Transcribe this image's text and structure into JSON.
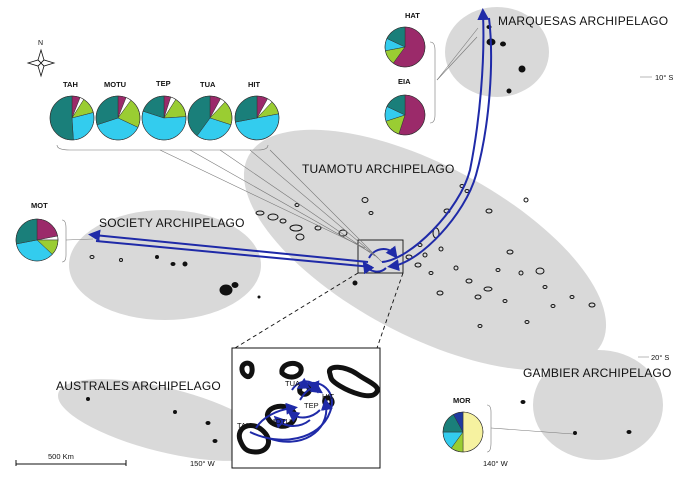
{
  "archipelagos": {
    "marquesas": "MARQUESAS ARCHIPELAGO",
    "tuamotu": "TUAMOTU ARCHIPELAGO",
    "society": "SOCIETY ARCHIPELAGO",
    "australes": "AUSTRALES ARCHIPELAGO",
    "gambier": "GAMBIER ARCHIPELAGO"
  },
  "graticule": {
    "lat_10s": "10° S",
    "lat_20s": "20° S",
    "lon_150w": "150° W",
    "lon_140w": "140° W"
  },
  "scale_bar": "500 Km",
  "north_arrow_label": "N",
  "pie_colors": {
    "magenta": "#9b2a6a",
    "teal": "#1a7f7a",
    "cyan": "#33ccee",
    "lime": "#9acd32",
    "yellow": "#f6f2a0",
    "blue": "#1f3aa0",
    "white": "#ffffff"
  },
  "pies": [
    {
      "code": "HAT",
      "slices": [
        {
          "color": "magenta",
          "value": 0.6
        },
        {
          "color": "lime",
          "value": 0.12
        },
        {
          "color": "cyan",
          "value": 0.1
        },
        {
          "color": "teal",
          "value": 0.18
        }
      ]
    },
    {
      "code": "EIA",
      "slices": [
        {
          "color": "magenta",
          "value": 0.55
        },
        {
          "color": "lime",
          "value": 0.15
        },
        {
          "color": "cyan",
          "value": 0.12
        },
        {
          "color": "teal",
          "value": 0.18
        }
      ]
    },
    {
      "code": "TAH",
      "slices": [
        {
          "color": "magenta",
          "value": 0.06
        },
        {
          "color": "white",
          "value": 0.03
        },
        {
          "color": "lime",
          "value": 0.12
        },
        {
          "color": "cyan",
          "value": 0.28
        },
        {
          "color": "teal",
          "value": 0.51
        }
      ]
    },
    {
      "code": "MOTU",
      "slices": [
        {
          "color": "magenta",
          "value": 0.06
        },
        {
          "color": "white",
          "value": 0.04
        },
        {
          "color": "lime",
          "value": 0.22
        },
        {
          "color": "cyan",
          "value": 0.38
        },
        {
          "color": "teal",
          "value": 0.3
        }
      ]
    },
    {
      "code": "TEP",
      "slices": [
        {
          "color": "magenta",
          "value": 0.05
        },
        {
          "color": "white",
          "value": 0.04
        },
        {
          "color": "lime",
          "value": 0.15
        },
        {
          "color": "cyan",
          "value": 0.56
        },
        {
          "color": "teal",
          "value": 0.2
        }
      ]
    },
    {
      "code": "TUA",
      "slices": [
        {
          "color": "magenta",
          "value": 0.08
        },
        {
          "color": "white",
          "value": 0.04
        },
        {
          "color": "lime",
          "value": 0.18
        },
        {
          "color": "cyan",
          "value": 0.3
        },
        {
          "color": "teal",
          "value": 0.4
        }
      ]
    },
    {
      "code": "HIT",
      "slices": [
        {
          "color": "magenta",
          "value": 0.08
        },
        {
          "color": "white",
          "value": 0.04
        },
        {
          "color": "lime",
          "value": 0.1
        },
        {
          "color": "cyan",
          "value": 0.5
        },
        {
          "color": "teal",
          "value": 0.28
        }
      ]
    },
    {
      "code": "MOT",
      "slices": [
        {
          "color": "magenta",
          "value": 0.22
        },
        {
          "color": "white",
          "value": 0.03
        },
        {
          "color": "lime",
          "value": 0.12
        },
        {
          "color": "cyan",
          "value": 0.35
        },
        {
          "color": "teal",
          "value": 0.28
        }
      ]
    },
    {
      "code": "MOR",
      "slices": [
        {
          "color": "yellow",
          "value": 0.5
        },
        {
          "color": "lime",
          "value": 0.1
        },
        {
          "color": "cyan",
          "value": 0.15
        },
        {
          "color": "teal",
          "value": 0.17
        },
        {
          "color": "blue",
          "value": 0.08
        }
      ]
    }
  ],
  "inset": {
    "labels": [
      "TUA",
      "TEP",
      "HIT",
      "MOTU",
      "TAH"
    ]
  }
}
